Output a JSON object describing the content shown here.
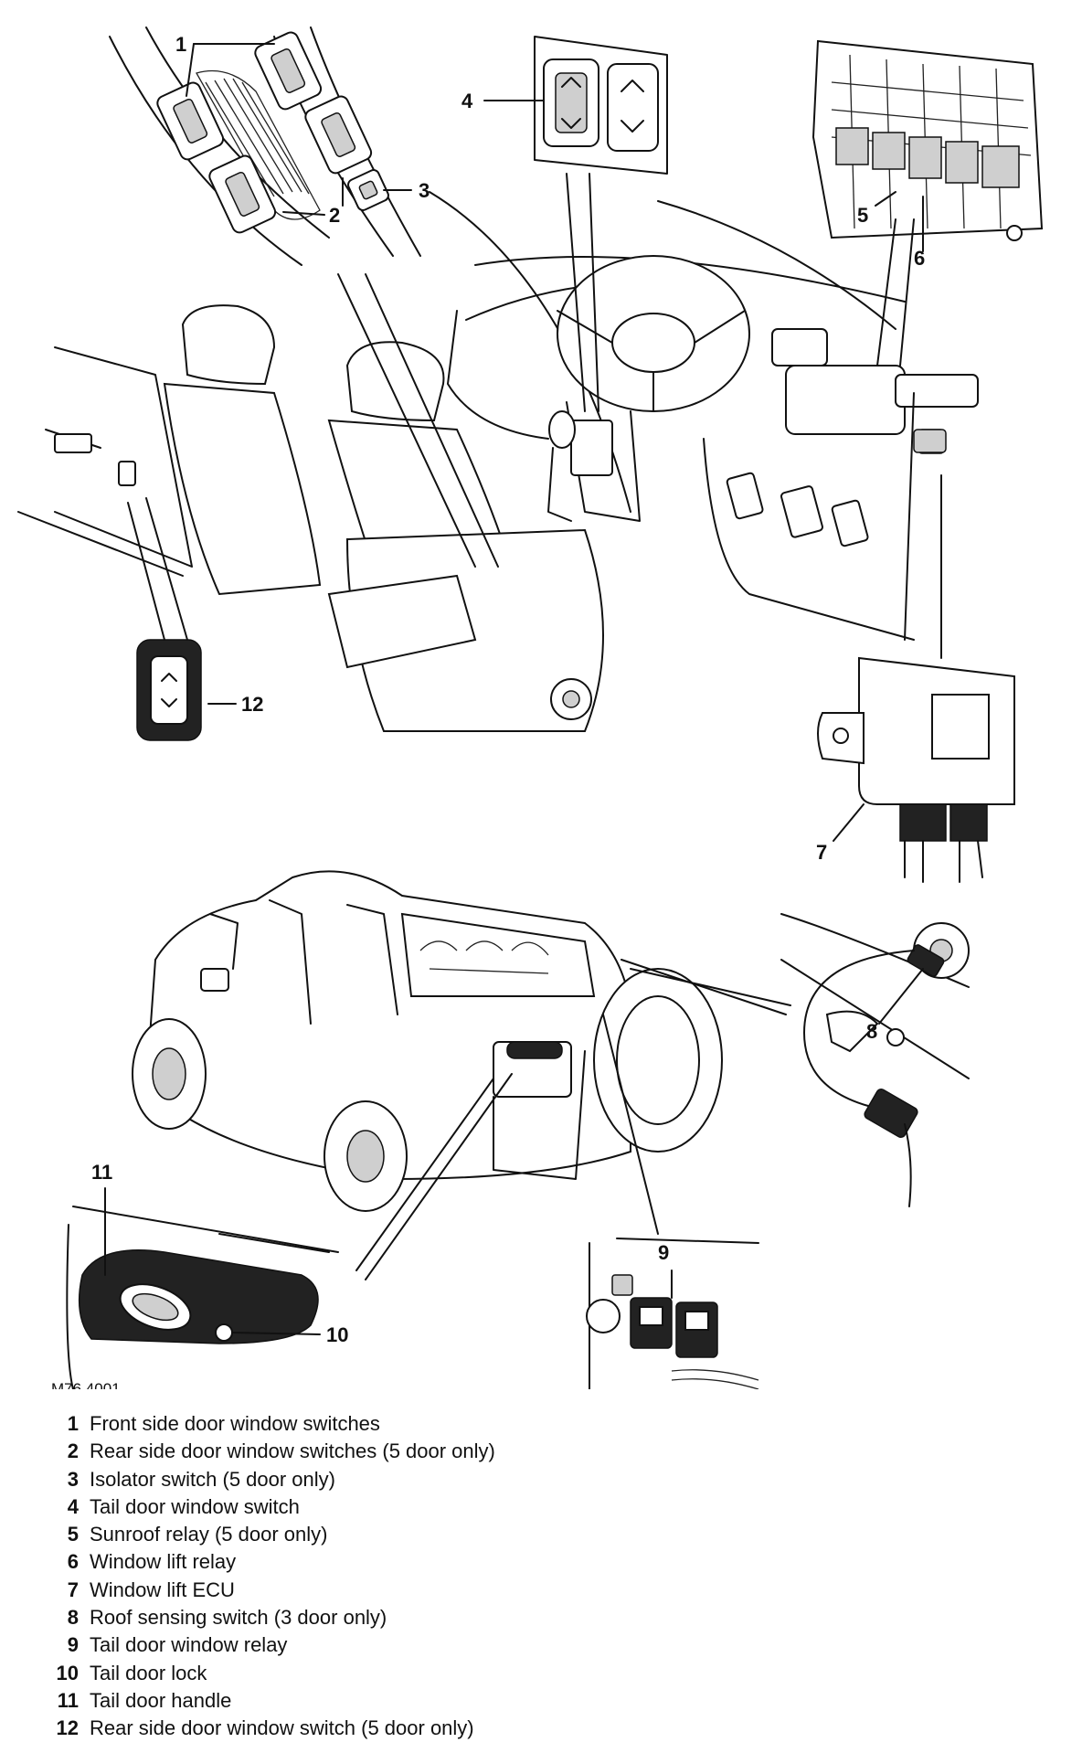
{
  "figure_ref": "M76 4001",
  "callouts": [
    "1",
    "2",
    "3",
    "4",
    "5",
    "6",
    "7",
    "8",
    "9",
    "10",
    "11",
    "12"
  ],
  "legend": [
    {
      "num": "1",
      "text": "Front side door window switches"
    },
    {
      "num": "2",
      "text": "Rear side door window switches (5 door only)"
    },
    {
      "num": "3",
      "text": "Isolator switch (5 door only)"
    },
    {
      "num": "4",
      "text": "Tail door window switch"
    },
    {
      "num": "5",
      "text": "Sunroof relay (5 door only)"
    },
    {
      "num": "6",
      "text": "Window lift relay"
    },
    {
      "num": "7",
      "text": "Window lift ECU"
    },
    {
      "num": "8",
      "text": "Roof sensing switch (3 door only)"
    },
    {
      "num": "9",
      "text": "Tail door window relay"
    },
    {
      "num": "10",
      "text": "Tail door lock"
    },
    {
      "num": "11",
      "text": "Tail door handle"
    },
    {
      "num": "12",
      "text": "Rear side door window switch (5 door only)"
    }
  ]
}
